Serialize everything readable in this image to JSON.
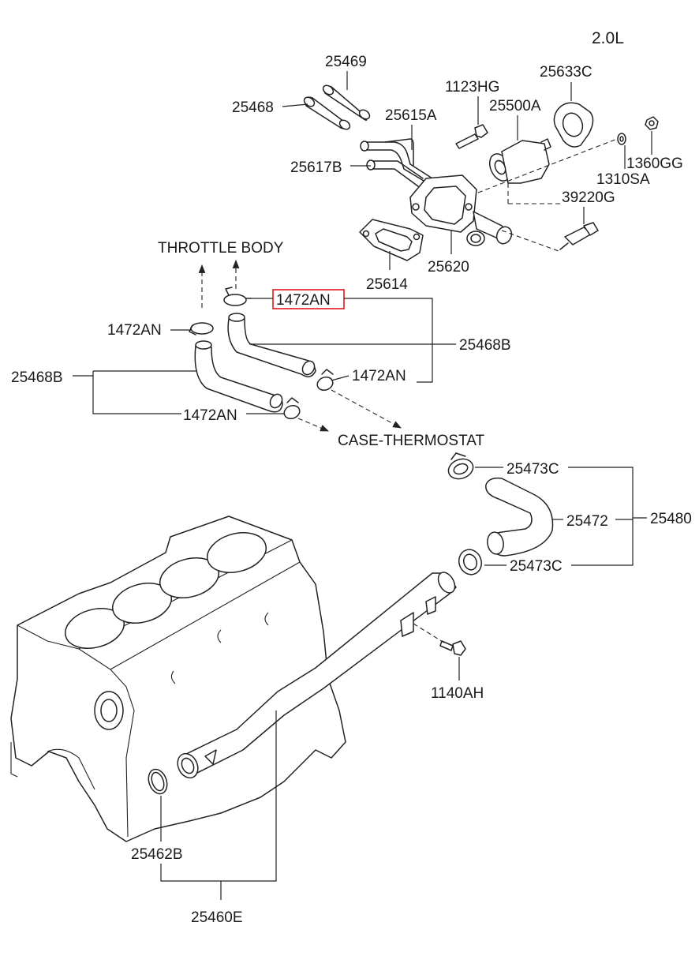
{
  "engine": "2.0L",
  "part_labels": {
    "p25469": "25469",
    "p25468": "25468",
    "p1123HG": "1123HG",
    "p25633C": "25633C",
    "p25615A": "25615A",
    "p25500A": "25500A",
    "p25617B": "25617B",
    "p1360GG": "1360GG",
    "p1310SA": "1310SA",
    "p39220G": "39220G",
    "p25614": "25614",
    "p25620": "25620",
    "p1472AN_hl": "1472AN",
    "p1472AN_left": "1472AN",
    "p25468B_right": "25468B",
    "p1472AN_mid": "1472AN",
    "p25468B_left": "25468B",
    "p1472AN_bottom": "1472AN",
    "p25473C_top": "25473C",
    "p25472": "25472",
    "p25480": "25480",
    "p25473C_bottom": "25473C",
    "p1140AH": "1140AH",
    "p25462B": "25462B",
    "p25460E": "25460E"
  },
  "destinations": {
    "throttle_body": "THROTTLE BODY",
    "case_thermostat": "CASE-THERMOSTAT"
  },
  "colors": {
    "highlight": "#e0161b",
    "line": "#222222"
  }
}
